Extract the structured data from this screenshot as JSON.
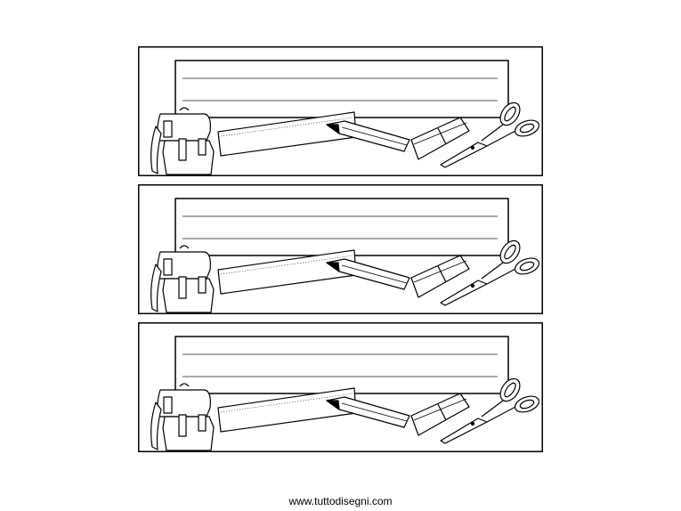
{
  "labels": [
    {
      "name": "school-label-1",
      "lines": 2
    },
    {
      "name": "school-label-2",
      "lines": 2
    },
    {
      "name": "school-label-3",
      "lines": 2
    }
  ],
  "footer": {
    "website": "www.tuttodisegni.com"
  },
  "colors": {
    "ink": "#000000",
    "line": "#555555",
    "paper": "#ffffff"
  }
}
